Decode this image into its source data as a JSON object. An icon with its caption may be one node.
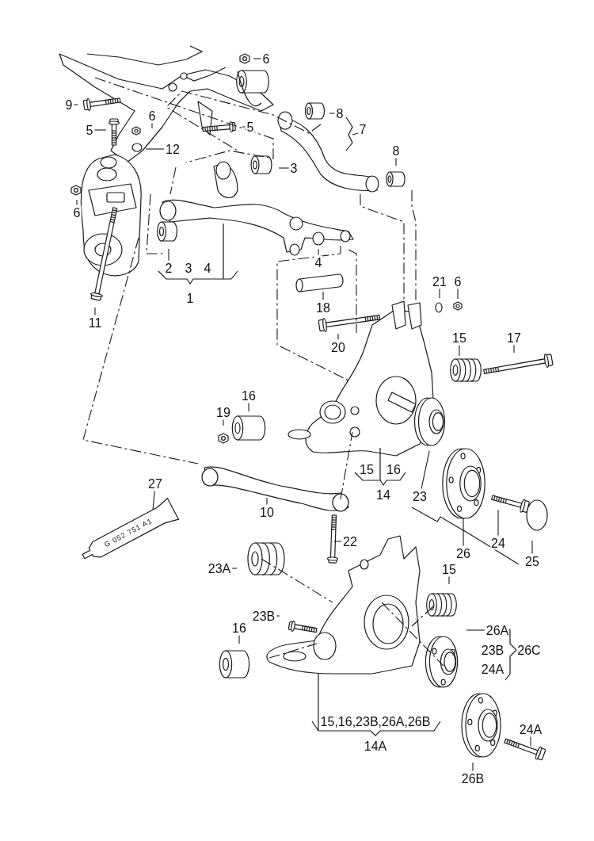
{
  "diagram": {
    "nodes": [
      {
        "text": [
          "6"
        ]
      },
      {
        "text": [
          "9"
        ]
      },
      {
        "text": [
          "8"
        ]
      },
      {
        "text": [
          "5"
        ]
      },
      {
        "text": [
          "6"
        ]
      },
      {
        "text": [
          "5"
        ]
      },
      {
        "text": [
          "12"
        ]
      },
      {
        "text": [
          "8"
        ]
      },
      {
        "text": [
          "3"
        ]
      },
      {
        "text": [
          "6"
        ]
      },
      {
        "text": [
          "2"
        ]
      },
      {
        "text": [
          "4"
        ]
      },
      {
        "text": [
          "18"
        ]
      },
      {
        "text": [
          "11"
        ]
      },
      {
        "text": [
          "21"
        ]
      },
      {
        "text": [
          "6"
        ]
      },
      {
        "text": [
          "20"
        ]
      },
      {
        "text": [
          "15"
        ]
      },
      {
        "text": [
          "17"
        ]
      },
      {
        "text": [
          "16"
        ]
      },
      {
        "text": [
          "19"
        ]
      },
      {
        "text": [
          "10"
        ]
      },
      {
        "text": [
          "27"
        ]
      },
      {
        "text": [
          "23"
        ]
      },
      {
        "text": [
          "22"
        ]
      },
      {
        "text": [
          "24"
        ]
      },
      {
        "text": [
          "26"
        ]
      },
      {
        "text": [
          "25"
        ]
      },
      {
        "text": [
          "23A"
        ]
      },
      {
        "text": [
          "15"
        ]
      },
      {
        "text": [
          "23B"
        ]
      },
      {
        "text": [
          "26A"
        ]
      },
      {
        "text": [
          "16"
        ]
      },
      {
        "text": [
          "26B"
        ]
      },
      {
        "text": [
          "24A"
        ]
      },
      {
        "text": [
          "7"
        ]
      },
      {
        "text": [
          "3"
        ]
      },
      {
        "text": [
          "4"
        ]
      },
      {
        "text": [
          "1"
        ]
      },
      {
        "text": [
          "15"
        ]
      },
      {
        "text": [
          "16"
        ]
      },
      {
        "text": [
          "14"
        ]
      },
      {
        "text": [
          "23B"
        ]
      },
      {
        "text": [
          "24A"
        ]
      },
      {
        "text": [
          "26C"
        ]
      },
      {
        "text": [
          "15,16,23B,26A,26B"
        ]
      },
      {
        "text": [
          "14A"
        ]
      },
      {
        "text": [
          "G 052 751 A1"
        ]
      }
    ],
    "edges": [
      {
        "from": 0,
        "to": null,
        "arrow": "none"
      },
      {
        "from": 1,
        "to": null,
        "arrow": "none"
      },
      {
        "from": 2,
        "to": null,
        "arrow": "none"
      },
      {
        "from": 3,
        "to": null,
        "arrow": "none"
      },
      {
        "from": 4,
        "to": null,
        "arrow": "none"
      },
      {
        "from": 5,
        "to": null,
        "arrow": "none"
      },
      {
        "from": 6,
        "to": null,
        "arrow": "none"
      },
      {
        "from": 7,
        "to": null,
        "arrow": "none"
      },
      {
        "from": 8,
        "to": null,
        "arrow": "none"
      },
      {
        "from": 9,
        "to": null,
        "arrow": "none"
      },
      {
        "from": 10,
        "to": null,
        "arrow": "none"
      },
      {
        "from": 11,
        "to": null,
        "arrow": "none"
      },
      {
        "from": 12,
        "to": null,
        "arrow": "none"
      },
      {
        "from": 13,
        "to": null,
        "arrow": "none"
      },
      {
        "from": 14,
        "to": null,
        "arrow": "none"
      },
      {
        "from": 15,
        "to": null,
        "arrow": "none"
      },
      {
        "from": 16,
        "to": null,
        "arrow": "none"
      },
      {
        "from": 17,
        "to": null,
        "arrow": "none"
      },
      {
        "from": 18,
        "to": null,
        "arrow": "none"
      },
      {
        "from": 19,
        "to": null,
        "arrow": "none"
      },
      {
        "from": 20,
        "to": null,
        "arrow": "none"
      },
      {
        "from": 21,
        "to": null,
        "arrow": "none"
      },
      {
        "from": 22,
        "to": 47,
        "arrow": "none"
      },
      {
        "from": 23,
        "to": null,
        "arrow": "none"
      },
      {
        "from": 24,
        "to": null,
        "arrow": "none"
      },
      {
        "from": 25,
        "to": null,
        "arrow": "none"
      },
      {
        "from": 26,
        "to": null,
        "arrow": "none"
      },
      {
        "from": 27,
        "to": null,
        "arrow": "none"
      },
      {
        "from": 28,
        "to": null,
        "arrow": "none"
      },
      {
        "from": 29,
        "to": null,
        "arrow": "none"
      },
      {
        "from": 30,
        "to": null,
        "arrow": "none"
      },
      {
        "from": 31,
        "to": null,
        "arrow": "none"
      },
      {
        "from": 32,
        "to": null,
        "arrow": "none"
      },
      {
        "from": 33,
        "to": null,
        "arrow": "none"
      },
      {
        "from": 34,
        "to": null,
        "arrow": "none"
      }
    ]
  }
}
